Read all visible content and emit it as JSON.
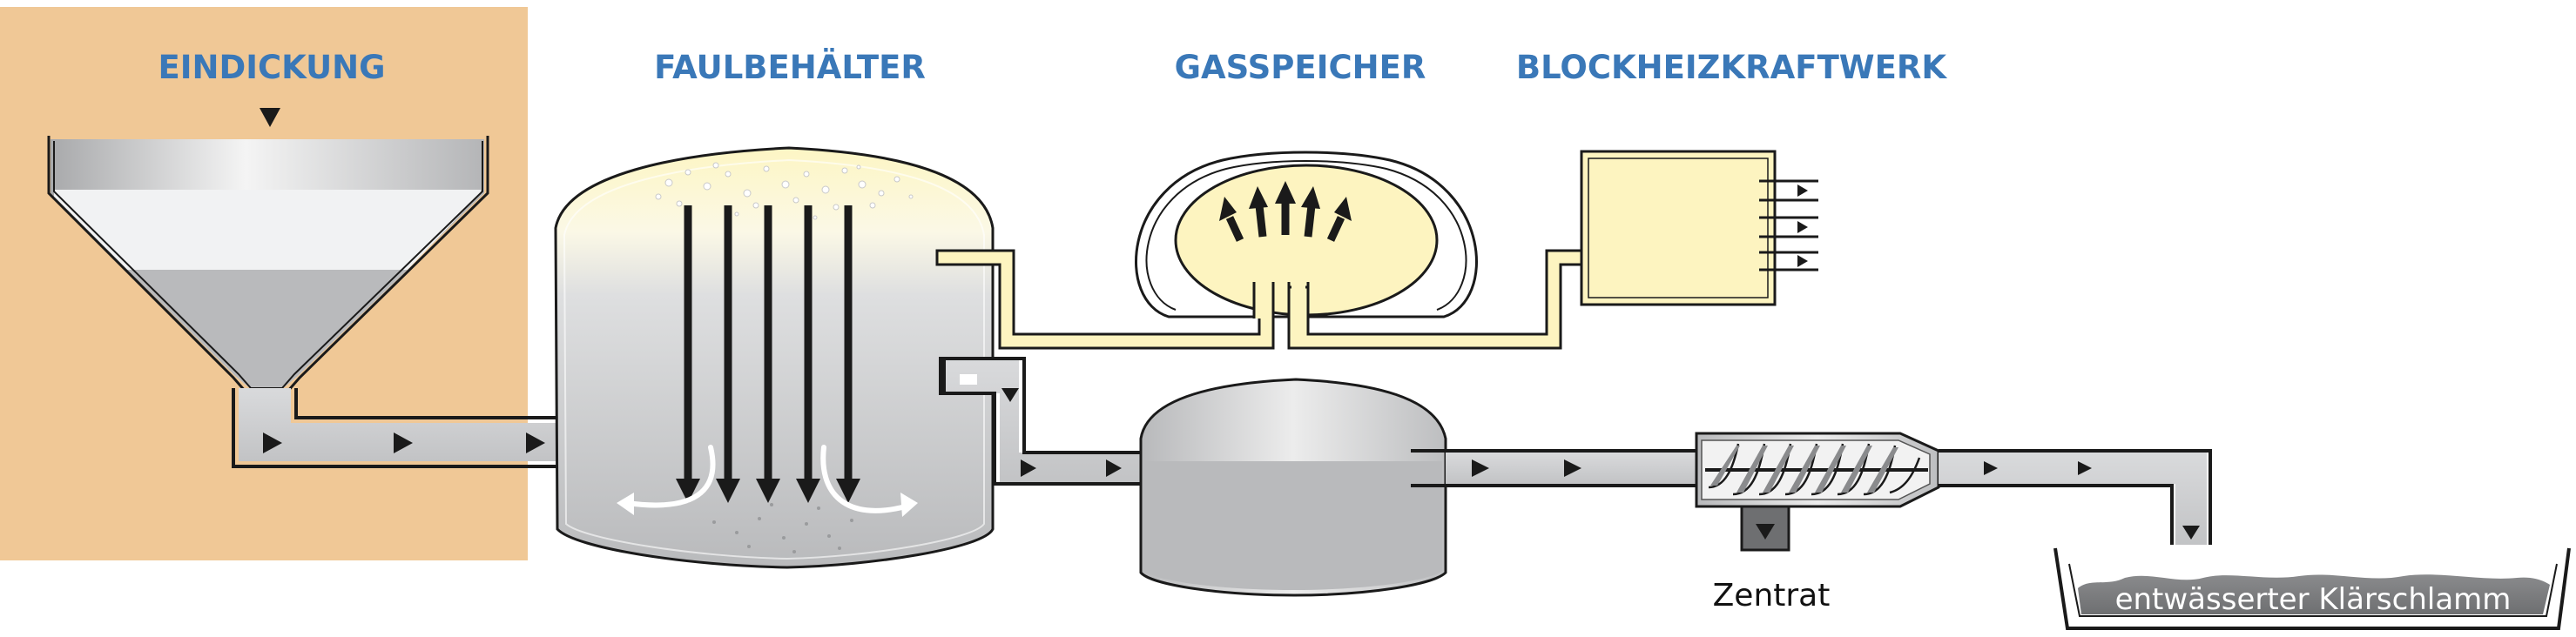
{
  "titles": {
    "thickening": "EINDICKUNG",
    "digester": "FAULBEHÄLTER",
    "gas_storage": "GASSPEICHER",
    "chp_plant": "BLOCKHEIZKRAFTWERK"
  },
  "labels": {
    "centrate": "Zentrat",
    "dewatered_sludge": "entwässerter Klärschlamm"
  },
  "colors": {
    "title_blue": "#3a78b8",
    "thickening_bg": "#f0c896",
    "gas_yellow": "#fdf4c0",
    "pipe_gray": "#cfd0d2",
    "outline": "#1a1a1a"
  }
}
